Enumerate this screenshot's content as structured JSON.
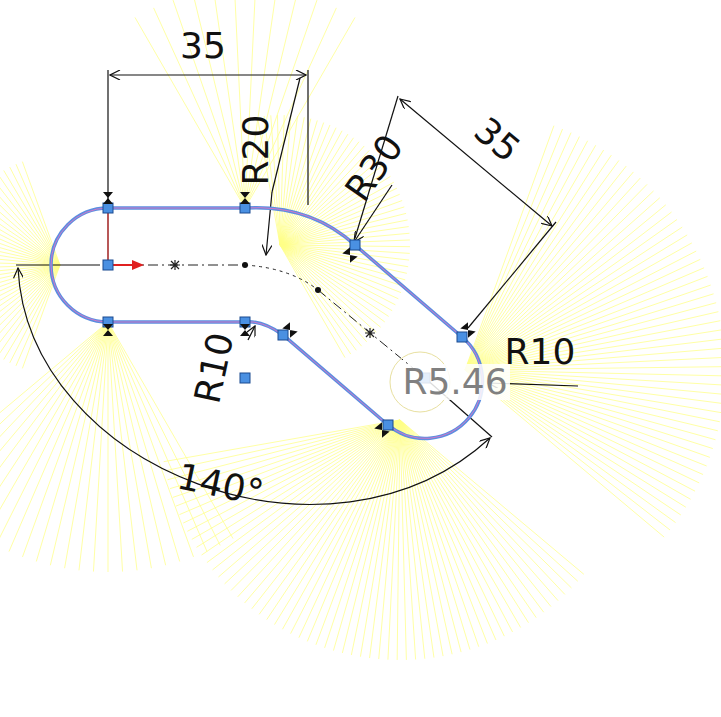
{
  "diagram": {
    "labels": [
      "35",
      "R20",
      "R30",
      "35",
      "R10",
      "R10",
      "R5.46",
      "140°"
    ]
  }
}
